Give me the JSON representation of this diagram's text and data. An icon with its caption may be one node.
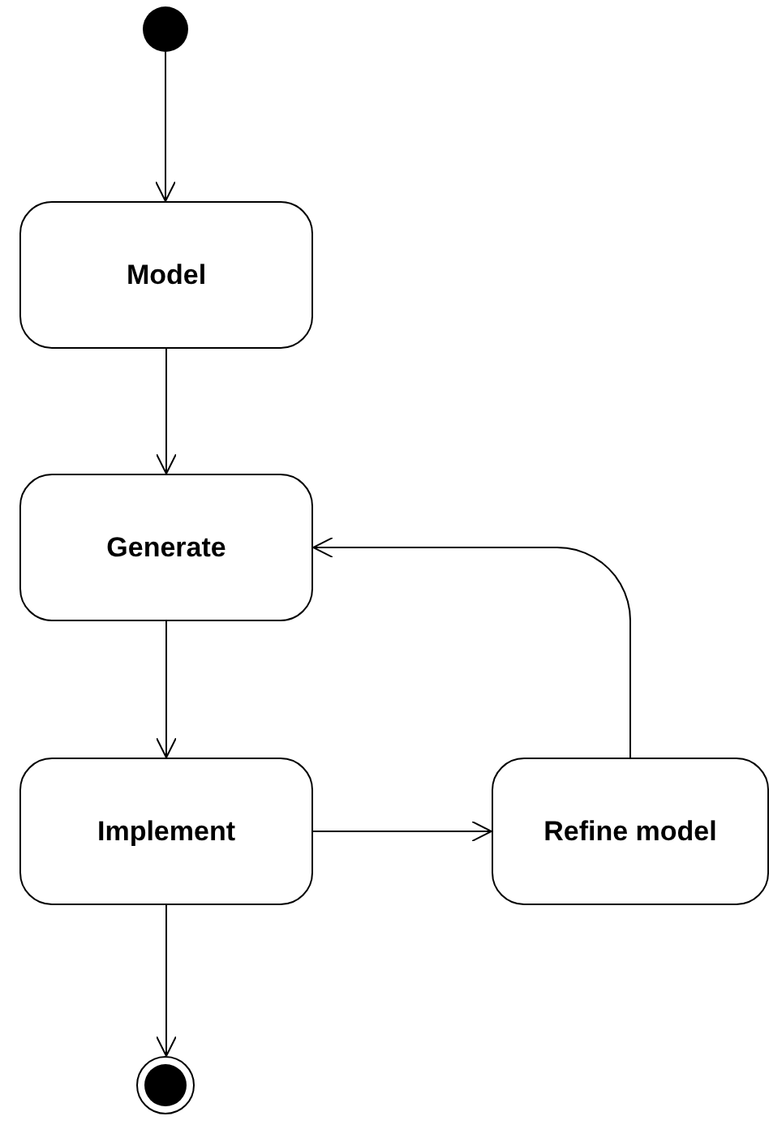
{
  "diagram": {
    "nodes": [
      {
        "text": [],
        "shape": "circle"
      },
      {
        "text": [
          "Model"
        ]
      },
      {
        "text": [
          "Generate"
        ]
      },
      {
        "text": [
          "Implement"
        ]
      },
      {
        "text": [
          "Refine model"
        ]
      },
      {
        "text": [],
        "shape": "bullseye"
      }
    ],
    "edges": [
      {
        "from": 0,
        "to": 1,
        "arrow": "to"
      },
      {
        "from": 1,
        "to": 2,
        "arrow": "to"
      },
      {
        "from": 2,
        "to": 3,
        "arrow": "to"
      },
      {
        "from": 3,
        "to": 4,
        "arrow": "to"
      },
      {
        "from": 4,
        "to": 2,
        "arrow": "to"
      },
      {
        "from": 3,
        "to": 5,
        "arrow": "to"
      }
    ]
  }
}
